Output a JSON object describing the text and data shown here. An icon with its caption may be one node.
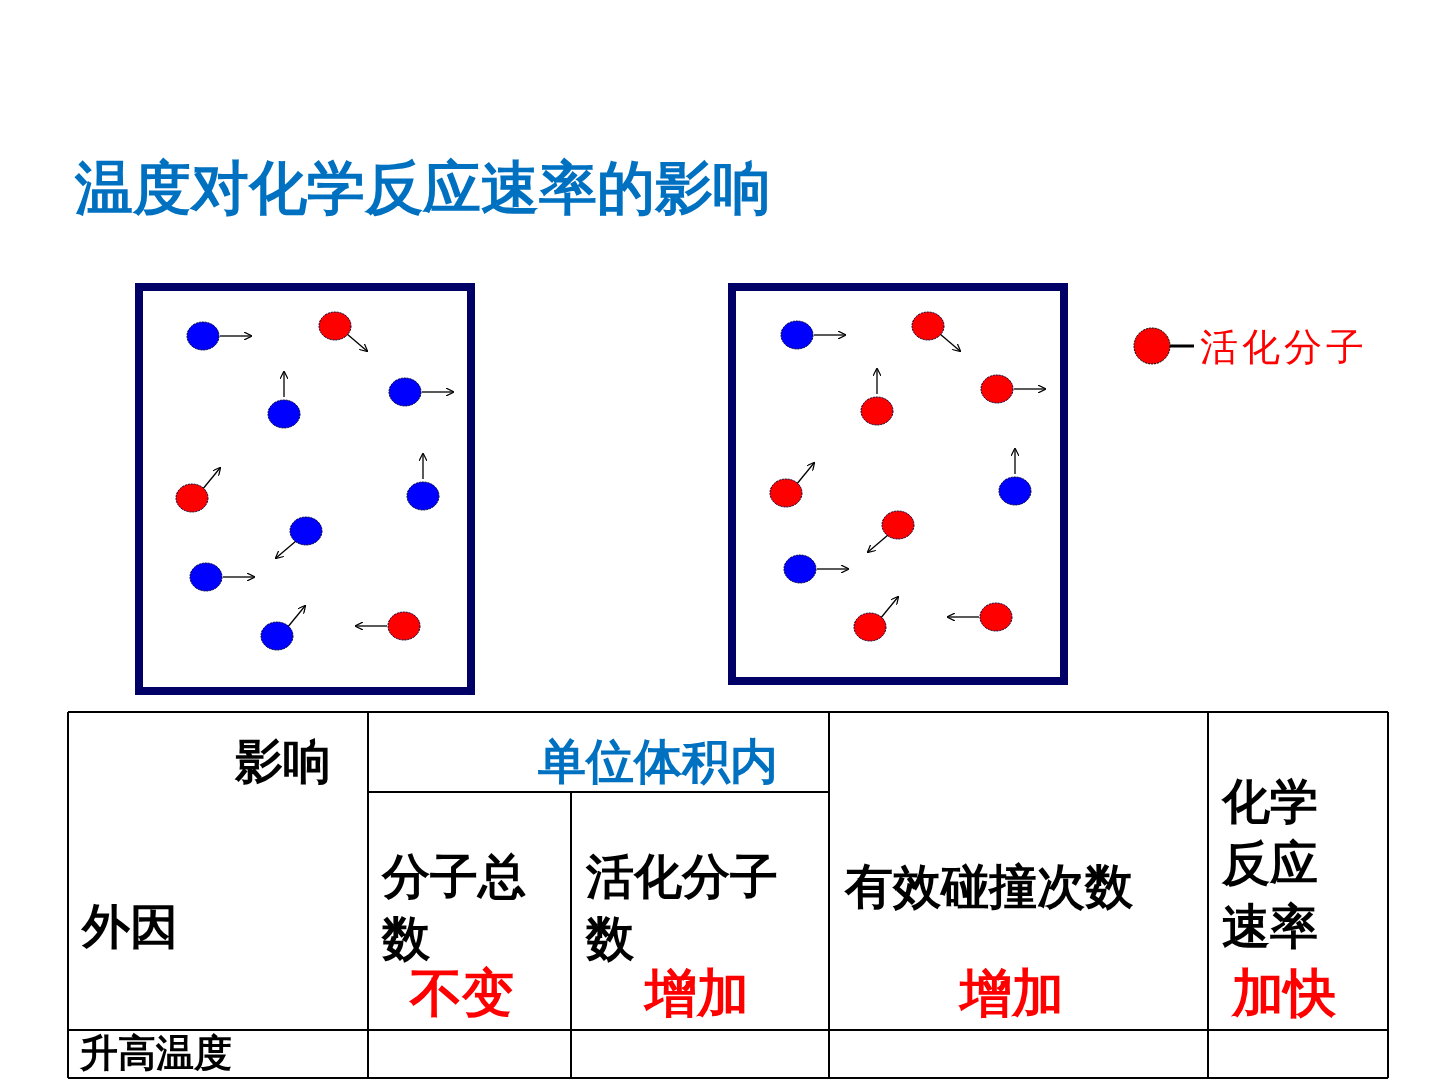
{
  "diagram": {
    "title": "温度对化学反应速率的影响",
    "labels": [
      "影响",
      "单位体积内",
      "有效碰撞次数",
      "化学反应速率",
      "外因",
      "分子总数",
      "活化分子数",
      "不变",
      "增加",
      "增加",
      "加快",
      "升高温度"
    ],
    "legend": [
      {
        "text": "活化分子",
        "color": "#ff0000"
      }
    ]
  }
}
